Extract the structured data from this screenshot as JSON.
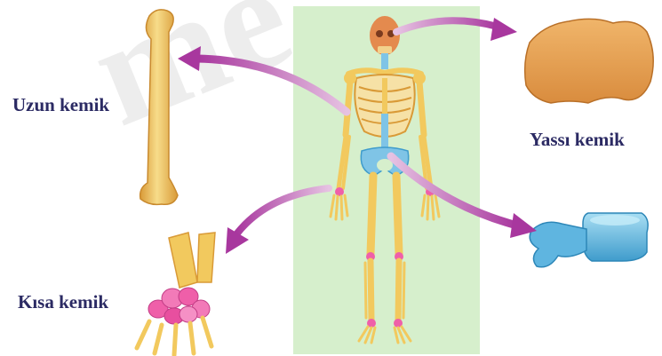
{
  "labels": {
    "long_bone": "Uzun kemik",
    "flat_bone": "Yassı kemik",
    "short_bone": "Kısa kemik"
  },
  "watermark": "me.",
  "colors": {
    "label_text": "#2b2a63",
    "arrow": "#b04aa6",
    "panel_bg": "#d6efcc",
    "bone": "#f2c95e",
    "bone_dark": "#d99a37",
    "flat_bone": "#e6a55a",
    "spine_blue": "#7fc4e6",
    "carpal_pink": "#ef5fa9"
  }
}
